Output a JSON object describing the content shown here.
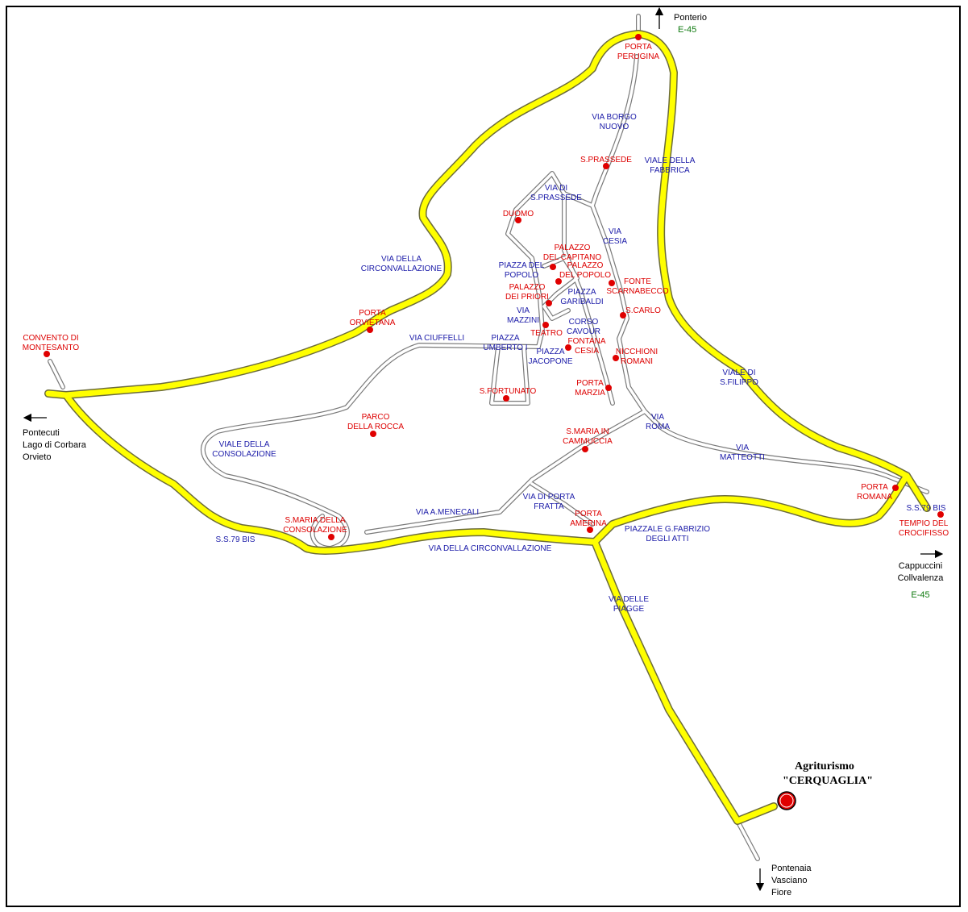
{
  "map": {
    "colors": {
      "main_road": "#ffff00",
      "street": "#ffffff",
      "poi": "#e00000",
      "monument_text": "#dd0000",
      "street_text": "#1a1aa8",
      "road_code_text": "#0f7a0f"
    },
    "agriturismo": {
      "line1": "Agriturismo",
      "line2": "\"CERQUAGLIA\""
    },
    "directions": {
      "north": {
        "line1": "Ponterio",
        "code": "E-45"
      },
      "west": {
        "line1": "Pontecuti",
        "line2": "Lago di Corbara",
        "line3": "Orvieto"
      },
      "east": {
        "line1": "Cappuccini",
        "line2": "Collvalenza",
        "code": "E-45"
      },
      "south": {
        "line1": "Pontenaia",
        "line2": "Vasciano",
        "line3": "Fiore"
      }
    },
    "places": {
      "porta_perugina": [
        "PORTA",
        "PERUGINA"
      ],
      "s_prassede": [
        "S.PRASSEDE"
      ],
      "duomo": [
        "DUOMO"
      ],
      "palazzo_capitano": [
        "PALAZZO",
        "DEL CAPITANO"
      ],
      "palazzo_popolo": [
        "PALAZZO",
        "DEL POPOLO"
      ],
      "palazzo_priori": [
        "PALAZZO",
        "DEI PRIORI"
      ],
      "fonte_scarnabecco": [
        "FONTE",
        "SCARNABECCO"
      ],
      "s_carlo": [
        "S.CARLO"
      ],
      "teatro": [
        "TEATRO"
      ],
      "fontana_cesia": [
        "FONTANA",
        "CESIA"
      ],
      "nicchioni_romani": [
        "NICCHIONI",
        "ROMANI"
      ],
      "porta_marzia": [
        "PORTA",
        "MARZIA"
      ],
      "s_fortunato": [
        "S.FORTUNATO"
      ],
      "parco_rocca": [
        "PARCO",
        "DELLA ROCCA"
      ],
      "s_maria_cammuccia": [
        "S.MARIA IN",
        "CAMMUCCIA"
      ],
      "porta_orvietana": [
        "PORTA",
        "ORVIETANA"
      ],
      "convento_montesanto": [
        "CONVENTO DI",
        "MONTESANTO"
      ],
      "s_maria_consolazione": [
        "S.MARIA DELLA",
        "CONSOLAZIONE"
      ],
      "porta_amerina": [
        "PORTA",
        "AMERINA"
      ],
      "porta_romana": [
        "PORTA",
        "ROMANA"
      ],
      "tempio_crocifisso": [
        "TEMPIO DEL",
        "CROCIFISSO"
      ]
    },
    "streets": {
      "via_borgo_nuovo": [
        "VIA BORGO",
        "NUOVO"
      ],
      "viale_fabbrica": [
        "VIALE DELLA",
        "FABBRICA"
      ],
      "via_s_prassede": [
        "VIA DI",
        "S.PRASSEDE"
      ],
      "via_cesia": [
        "VIA",
        "CESIA"
      ],
      "via_circonvallazione_n": [
        "VIA DELLA",
        "CIRCONVALLAZIONE"
      ],
      "piazza_popolo": [
        "PIAZZA DEL",
        "POPOLO"
      ],
      "piazza_garibaldi": [
        "PIAZZA",
        "GARIBALDI"
      ],
      "via_mazzini": [
        "VIA",
        "MAZZINI"
      ],
      "corso_cavour": [
        "CORSO",
        "CAVOUR"
      ],
      "via_ciuffelli": [
        "VIA CIUFFELLI"
      ],
      "piazza_umberto": [
        "PIAZZA",
        "UMBERTO I"
      ],
      "piazza_jacopone": [
        "PIAZZA",
        "JACOPONE"
      ],
      "viale_s_filippo": [
        "VIALE DI",
        "S.FILIPPO"
      ],
      "via_roma": [
        "VIA",
        "ROMA"
      ],
      "via_matteotti": [
        "VIA",
        "MATTEOTTI"
      ],
      "viale_consolazione": [
        "VIALE DELLA",
        "CONSOLAZIONE"
      ],
      "via_porta_fratta": [
        "VIA DI PORTA",
        "FRATTA"
      ],
      "via_menecali": [
        "VIA A.MENECALI"
      ],
      "piazzale_atti": [
        "PIAZZALE G.FABRIZIO",
        "DEGLI ATTI"
      ],
      "via_circonvallazione_s": [
        "VIA DELLA CIRCONVALLAZIONE"
      ],
      "ss79_west": [
        "S.S.79 BIS"
      ],
      "ss79_east": [
        "S.S.79 BIS"
      ],
      "via_piagge": [
        "VIA DELLE",
        "PIAGGE"
      ]
    }
  }
}
